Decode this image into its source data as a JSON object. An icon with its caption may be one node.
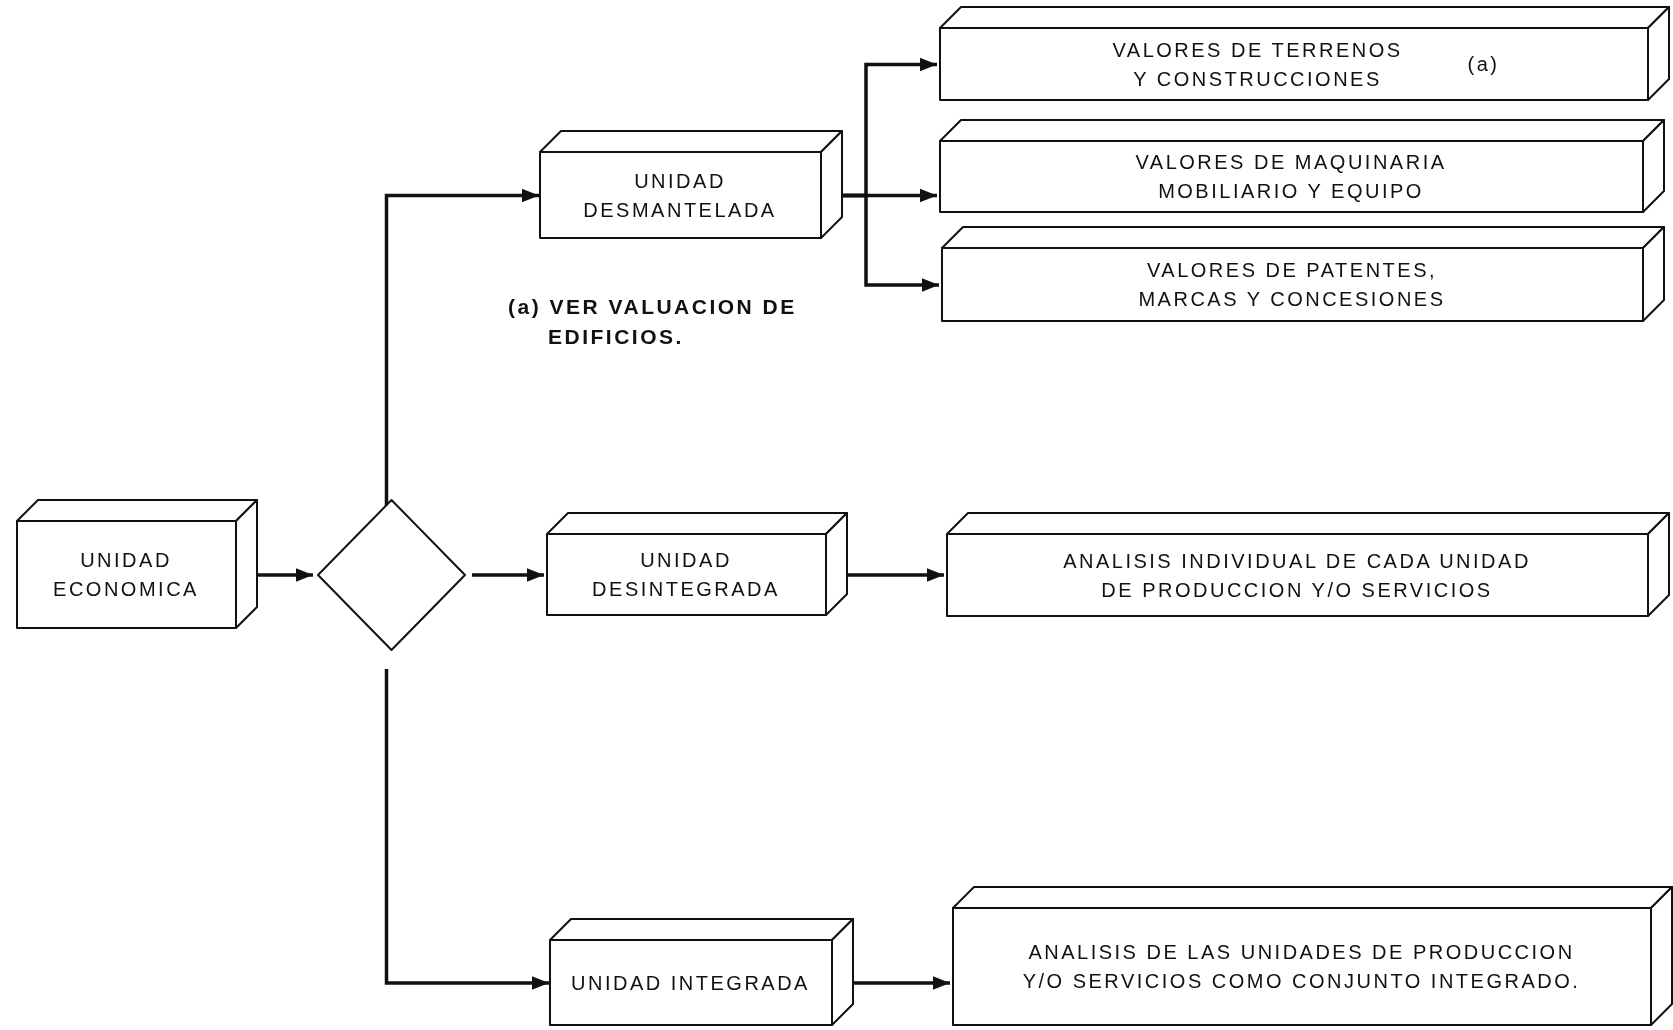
{
  "diagram": {
    "nodes": [
      {
        "text": [
          "UNIDAD ECONOMICA"
        ]
      },
      {
        "text": [],
        "shape": "diamond"
      },
      {
        "text": [
          "UNIDAD DESMANTELADA"
        ]
      },
      {
        "text": [
          "UNIDAD DESINTEGRADA"
        ]
      },
      {
        "text": [
          "UNIDAD INTEGRADA"
        ]
      },
      {
        "text": [
          "VALORES DE TERRENOS Y CONSTRUCCIONES",
          "(a)"
        ]
      },
      {
        "text": [
          "VALORES DE MAQUINARIA MOBILIARIO Y EQUIPO"
        ]
      },
      {
        "text": [
          "VALORES DE PATENTES, MARCAS Y CONCESIONES"
        ]
      },
      {
        "text": [
          "ANALISIS INDIVIDUAL DE CADA UNIDAD DE PRODUCCION Y/O SERVICIOS"
        ]
      },
      {
        "text": [
          "ANALISIS DE LAS UNIDADES DE PRODUCCION Y/O SERVICIOS COMO CONJUNTO INTEGRADO."
        ]
      }
    ],
    "edges": [
      {
        "from": 0,
        "to": 1,
        "arrow": "to"
      },
      {
        "from": 1,
        "to": 2,
        "arrow": "to"
      },
      {
        "from": 1,
        "to": 3,
        "arrow": "to"
      },
      {
        "from": 1,
        "to": 4,
        "arrow": "to"
      },
      {
        "from": 2,
        "to": 5,
        "arrow": "to"
      },
      {
        "from": 2,
        "to": 6,
        "arrow": "to"
      },
      {
        "from": 2,
        "to": 7,
        "arrow": "to"
      },
      {
        "from": 3,
        "to": 8,
        "arrow": "to"
      },
      {
        "from": 4,
        "to": 9,
        "arrow": "to"
      }
    ],
    "labels": [
      "(a) VER VALUACION DE EDIFICIOS."
    ]
  }
}
